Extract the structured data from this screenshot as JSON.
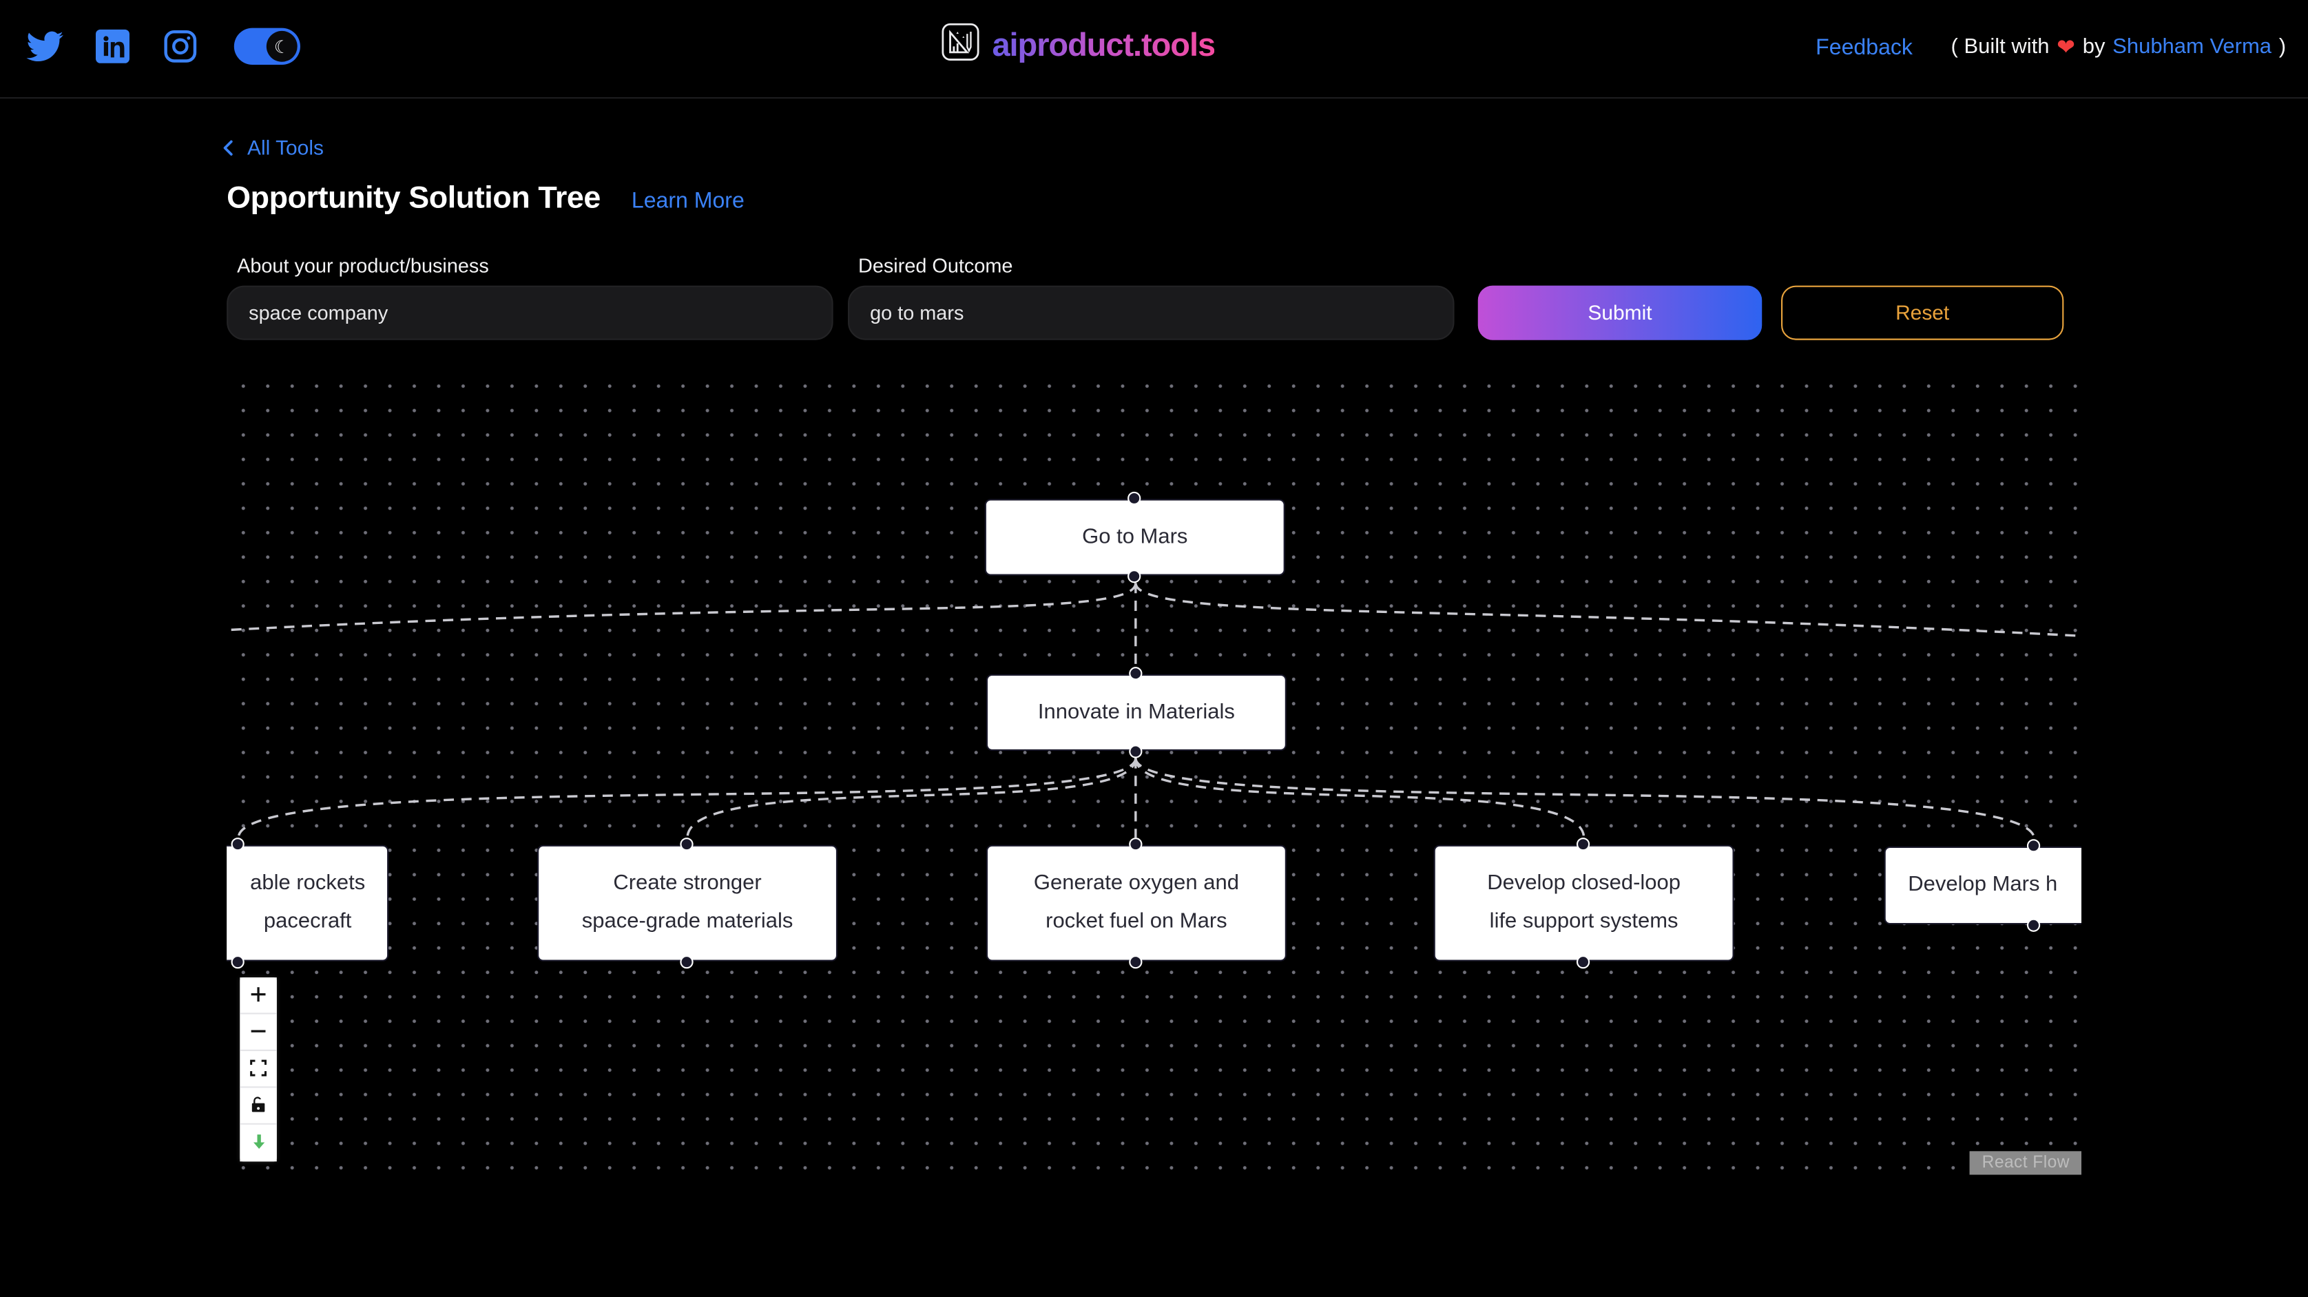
{
  "header": {
    "social": {
      "twitter": "twitter",
      "linkedin": "linkedin",
      "instagram": "instagram"
    },
    "theme_toggle_state": "dark",
    "logo_text": "aiproduct.tools",
    "feedback_label": "Feedback",
    "built_with": {
      "prefix": "( Built with",
      "heart": "❤",
      "by": "by",
      "author": "Shubham Verma",
      "suffix": ")"
    }
  },
  "nav": {
    "back_label": "All Tools",
    "title": "Opportunity Solution Tree",
    "learn_more_label": "Learn More"
  },
  "form": {
    "about_label": "About your product/business",
    "about_value": "space company",
    "outcome_label": "Desired Outcome",
    "outcome_value": "go to mars",
    "submit_label": "Submit",
    "reset_label": "Reset"
  },
  "flow": {
    "nodes": {
      "root": {
        "lines": [
          "Go to Mars"
        ]
      },
      "mid": {
        "lines": [
          "Innovate in Materials"
        ]
      },
      "c1": {
        "lines": [
          "able rockets",
          "pacecraft"
        ]
      },
      "c2": {
        "lines": [
          "Create stronger",
          "space-grade materials"
        ]
      },
      "c3": {
        "lines": [
          "Generate oxygen and",
          "rocket fuel on Mars"
        ]
      },
      "c4": {
        "lines": [
          "Develop closed-loop",
          "life support systems"
        ]
      },
      "c5": {
        "lines": [
          "Develop Mars h"
        ]
      }
    },
    "attribution": "React Flow"
  },
  "colors": {
    "accent_blue": "#3b82f6",
    "logo_gradient_start": "#6d5ce6",
    "logo_gradient_end": "#f54ba1",
    "submit_gradient_start": "#c04fd8",
    "submit_gradient_end": "#2e63f0",
    "reset_orange": "#e8a33d",
    "node_border": "#1a192b",
    "edge_gray": "#c9c9d0",
    "download_green": "#52b962"
  }
}
